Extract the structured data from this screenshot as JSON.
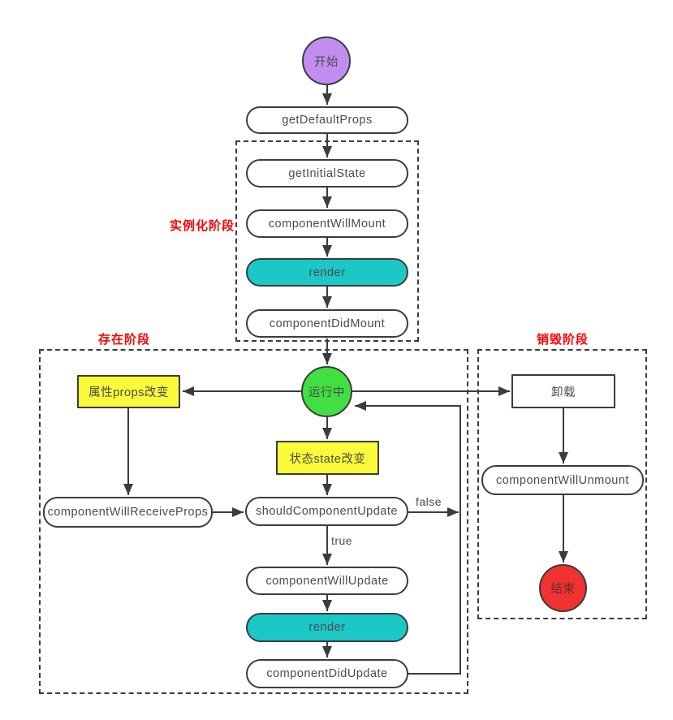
{
  "phases": {
    "instantiation": "实例化阶段",
    "existence": "存在阶段",
    "destruction": "销毁阶段"
  },
  "nodes": {
    "start": "开始",
    "get_default_props": "getDefaultProps",
    "get_initial_state": "getInitialState",
    "component_will_mount": "componentWillMount",
    "render1": "render",
    "component_did_mount": "componentDidMount",
    "running": "运行中",
    "props_change": "属性props改变",
    "unload": "卸载",
    "state_change": "状态state改变",
    "component_will_receive_props": "componentWillReceiveProps",
    "should_component_update": "shouldComponentUpdate",
    "component_will_update": "componentWillUpdate",
    "render2": "render",
    "component_did_update": "componentDidUpdate",
    "component_will_unmount": "componentWillUnmount",
    "end": "结束"
  },
  "edge_labels": {
    "false_label": "false",
    "true_label": "true"
  },
  "colors": {
    "start_fill": "#c38cf0",
    "running_fill": "#41df41",
    "end_fill": "#f23131",
    "render_fill": "#1cc7c7",
    "change_fill": "#fafa3b",
    "line": "#3c3c3c",
    "phase_label": "#fd0000",
    "node_text": "#4b4b4b"
  }
}
